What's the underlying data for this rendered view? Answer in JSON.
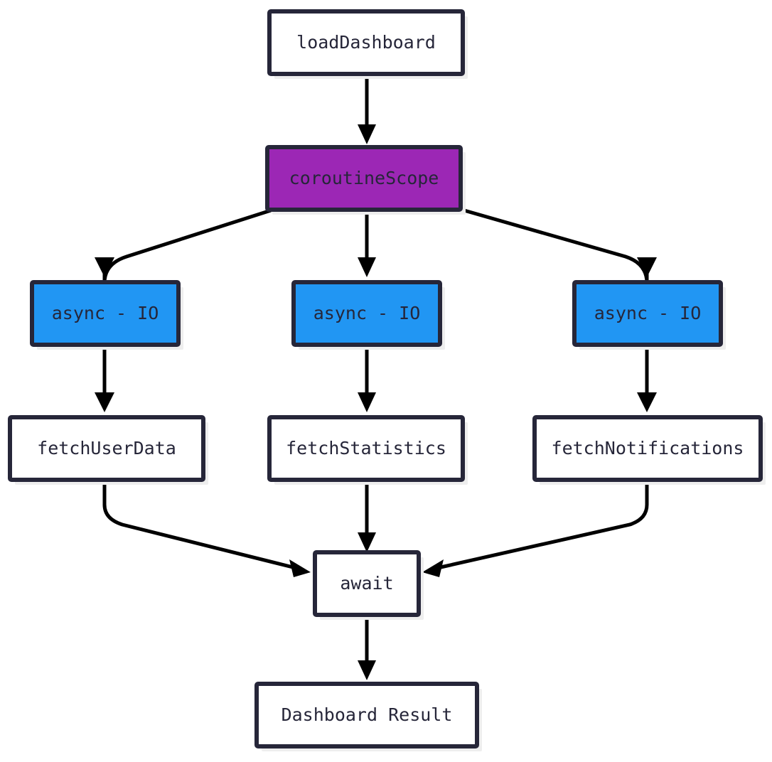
{
  "diagram": {
    "title": "coroutine dashboard flowchart",
    "background_color": "#ffffff",
    "border_color": "#262639",
    "text_color": "#262639",
    "edge_color": "#000000",
    "shadow_color": "#eeeeee",
    "nodes": [
      {
        "id": "loadDashboard",
        "label": "loadDashboard",
        "fill": "#ffffff",
        "kind": "process"
      },
      {
        "id": "coroutineScope",
        "label": "coroutineScope",
        "fill": "#9C27B5",
        "kind": "scope"
      },
      {
        "id": "asyncIO1",
        "label": "async - IO",
        "fill": "#2196F3",
        "kind": "dispatch"
      },
      {
        "id": "asyncIO2",
        "label": "async - IO",
        "fill": "#2196F3",
        "kind": "dispatch"
      },
      {
        "id": "asyncIO3",
        "label": "async - IO",
        "fill": "#2196F3",
        "kind": "dispatch"
      },
      {
        "id": "fetchUserData",
        "label": "fetchUserData",
        "fill": "#ffffff",
        "kind": "process"
      },
      {
        "id": "fetchStatistics",
        "label": "fetchStatistics",
        "fill": "#ffffff",
        "kind": "process"
      },
      {
        "id": "fetchNotifications",
        "label": "fetchNotifications",
        "fill": "#ffffff",
        "kind": "process"
      },
      {
        "id": "await",
        "label": "await",
        "fill": "#ffffff",
        "kind": "process"
      },
      {
        "id": "dashboardResult",
        "label": "Dashboard Result",
        "fill": "#ffffff",
        "kind": "process"
      }
    ],
    "edges": [
      {
        "from": "loadDashboard",
        "to": "coroutineScope"
      },
      {
        "from": "coroutineScope",
        "to": "asyncIO1"
      },
      {
        "from": "coroutineScope",
        "to": "asyncIO2"
      },
      {
        "from": "coroutineScope",
        "to": "asyncIO3"
      },
      {
        "from": "asyncIO1",
        "to": "fetchUserData"
      },
      {
        "from": "asyncIO2",
        "to": "fetchStatistics"
      },
      {
        "from": "asyncIO3",
        "to": "fetchNotifications"
      },
      {
        "from": "fetchUserData",
        "to": "await"
      },
      {
        "from": "fetchStatistics",
        "to": "await"
      },
      {
        "from": "fetchNotifications",
        "to": "await"
      },
      {
        "from": "await",
        "to": "dashboardResult"
      }
    ]
  }
}
